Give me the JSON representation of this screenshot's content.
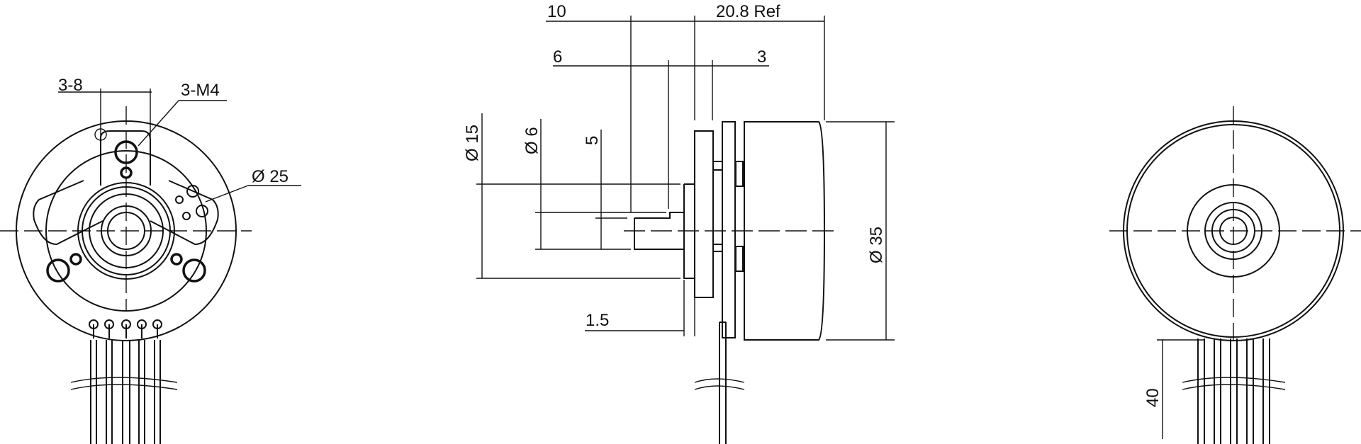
{
  "front_view": {
    "dim_pitch": "3-8",
    "dim_thread": "3-M4",
    "dim_diameter": "Ø  25"
  },
  "side_view": {
    "dim_shaft_length": "10",
    "dim_body_length": "20.8 Ref",
    "dim_step": "6",
    "dim_plate": "3",
    "dim_flange_dia": "Ø 15",
    "dim_shaft_dia": "Ø 6",
    "dim_flat": "5",
    "dim_body_dia": "Ø 35",
    "dim_plate_thickness": "1.5"
  },
  "rear_view": {
    "dim_lead_length": "40"
  }
}
